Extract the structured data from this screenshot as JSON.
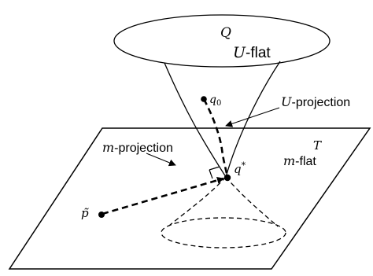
{
  "labels": {
    "Q": "Q",
    "U_flat_var": "U",
    "U_flat_suffix": "-flat",
    "q0_base": "q",
    "q0_sub": "0",
    "U_projection_var": "U",
    "U_projection_suffix": "-projection",
    "T": "T",
    "m_flat_var": "m",
    "m_flat_suffix": "-flat",
    "m_projection_var": "m",
    "m_projection_suffix": "-projection",
    "q_star_base": "q",
    "q_star_sup": "*",
    "p_tilde": "p̃"
  },
  "colors": {
    "stroke": "#000000",
    "background": "#ffffff"
  }
}
